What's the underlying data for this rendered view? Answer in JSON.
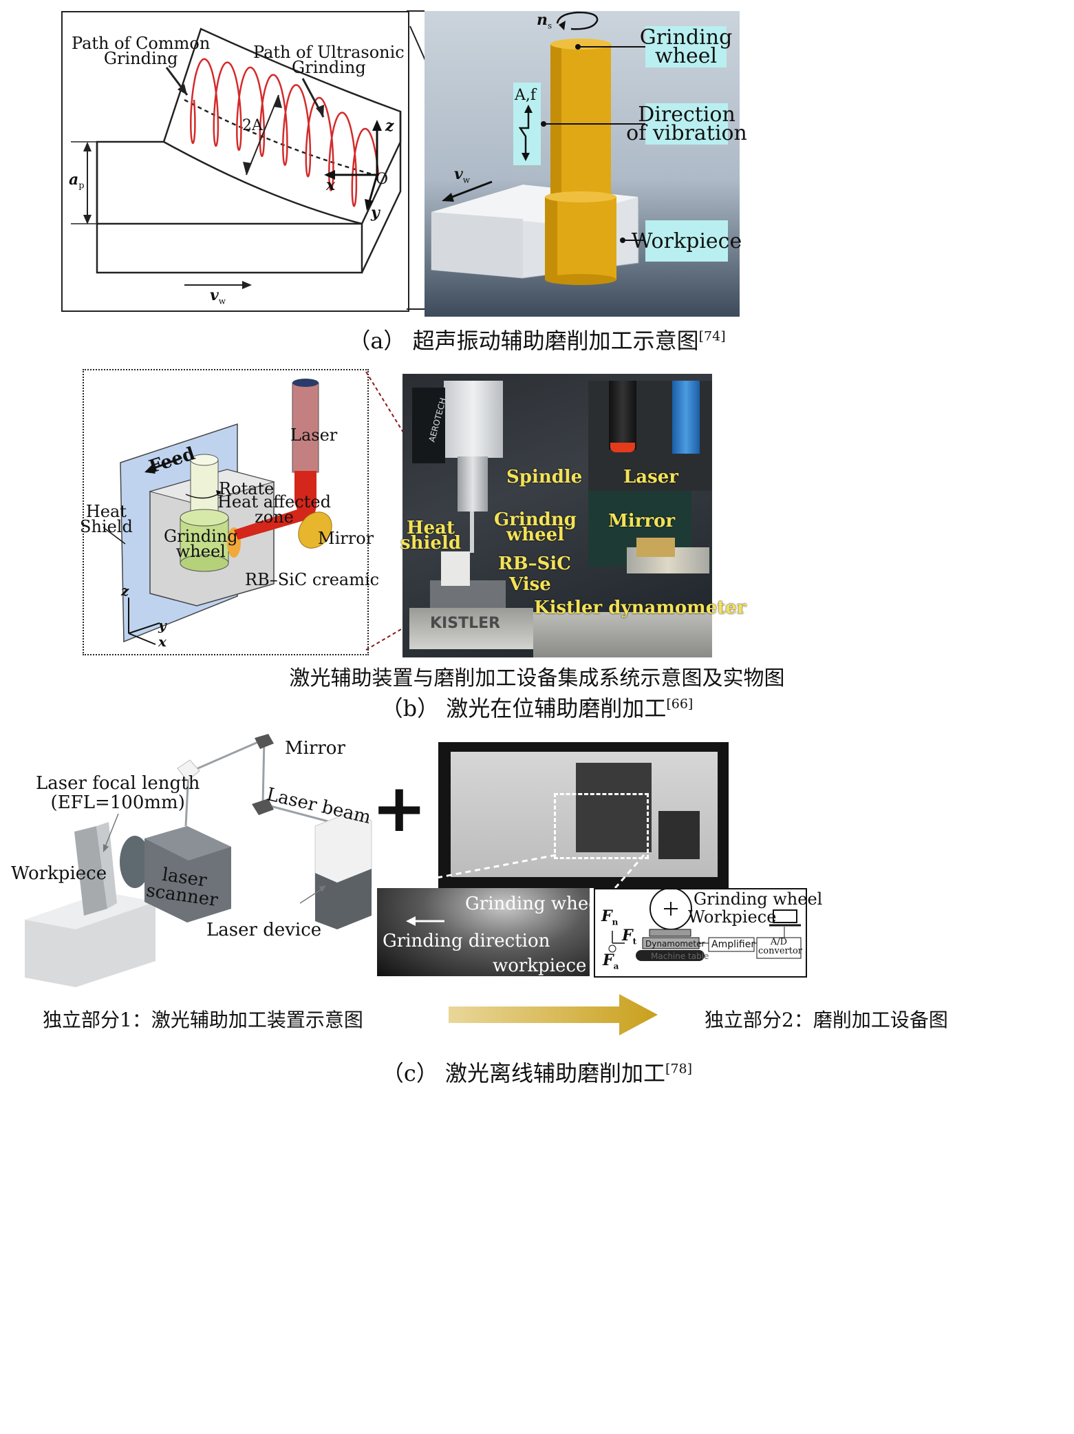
{
  "panel_a": {
    "caption_prefix": "（a）",
    "caption_text": "超声振动辅助磨削加工示意图",
    "caption_ref": "[74]",
    "path_common": "Path of Common\nGrinding",
    "path_ultra": "Path of Ultrasonic\nGrinding",
    "amp_label": "2A",
    "depth_label": "a",
    "depth_sub": "p",
    "axis_z": "z",
    "axis_x": "x",
    "axis_y": "y",
    "origin": "O",
    "feed_v": "v",
    "feed_sub": "w",
    "speed_n": "n",
    "speed_sub": "s",
    "amp_freq": "A,f",
    "box_wheel": "Grinding\nwheel",
    "box_vibration": "Direction\nof vibration",
    "box_workpiece": "Workpiece",
    "colors": {
      "wave": "#d42a2a",
      "wheel": "#e0a814",
      "label_bg": "#b9eff0"
    }
  },
  "panel_b": {
    "caption_prefix": "（b）",
    "caption_text": "激光在位辅助磨削加工",
    "caption_ref": "[66]",
    "subtitle": "激光辅助装置与磨削加工设备集成系统示意图及实物图",
    "laser": "Laser",
    "feed": "Feed",
    "rotate": "Rotate",
    "heat_zone": "Heat affected\nzone",
    "heat_shield": "Heat\nShield",
    "grinding_wheel": "Grinding\nwheel",
    "mirror": "Mirror",
    "ceramic": "RB–SiC creamic",
    "axis_z": "z",
    "axis_y": "y",
    "axis_x": "x",
    "photo": {
      "brand": "AEROTECH",
      "spindle": "Spindle",
      "laser": "Laser",
      "grindng_wheel": "Grindng\nwheel",
      "mirror": "Mirror",
      "heat_shield": "Heat\nshield",
      "rbsic": "RB–SiC",
      "vise": "Vise",
      "dynamometer": "Kistler dynamometer",
      "kistler": "KISTLER"
    }
  },
  "panel_c": {
    "caption_prefix": "（c）",
    "caption_text": "激光离线辅助磨削加工",
    "caption_ref": "[78]",
    "mirror": "Mirror",
    "focal": "Laser focal length\n(EFL=100mm)",
    "laser_beam": "Laser beam",
    "workpiece": "Workpiece",
    "scanner": "laser\nscanner",
    "device": "Laser device",
    "plus": "+",
    "photo_wheel": "Grinding wheel",
    "photo_direction": "Grinding direction",
    "photo_workpiece": "workpiece",
    "sch_wheel": "Grinding wheel",
    "sch_workpiece": "Workpiece",
    "sch_dyn": "Dynamometer",
    "sch_amp": "Amplifier",
    "sch_ad": "A/D\nconvertor",
    "sch_table": "Machine table",
    "fn": "F",
    "fn_sub": "n",
    "ft": "F",
    "ft_sub": "t",
    "fa": "F",
    "fa_sub": "a",
    "part1": "独立部分1：激光辅助加工装置示意图",
    "part2": "独立部分2：磨削加工设备图",
    "arrow_color": "#c9a01c"
  }
}
